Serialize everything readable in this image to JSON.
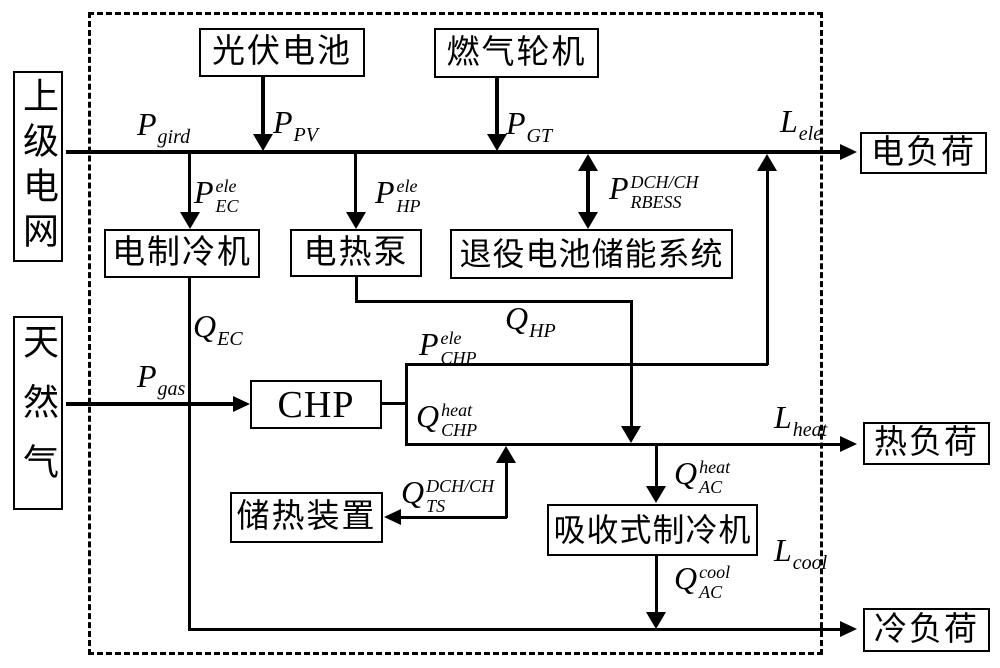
{
  "diagram": {
    "boxes": {
      "grid": "上级电网",
      "gas": "天然气",
      "pv": "光伏电池",
      "gt": "燃气轮机",
      "electric_load": "电负荷",
      "electric_chiller": "电制冷机",
      "heat_pump": "电热泵",
      "rbess": "退役电池储能系统",
      "chp": "CHP",
      "heat_load": "热负荷",
      "thermal_storage": "储热装置",
      "absorption_chiller": "吸收式制冷机",
      "cool_load": "冷负荷"
    },
    "labels": {
      "p_gird": {
        "m": "P",
        "sub": "gird"
      },
      "p_pv": {
        "m": "P",
        "sub": "PV"
      },
      "p_gt": {
        "m": "P",
        "sub": "GT"
      },
      "l_ele": {
        "m": "L",
        "sub": "ele"
      },
      "p_ec": {
        "m": "P",
        "sup": "ele",
        "sub": "EC"
      },
      "p_hp": {
        "m": "P",
        "sup": "ele",
        "sub": "HP"
      },
      "p_rbess": {
        "m": "P",
        "sup": "DCH/CH",
        "sub": "RBESS"
      },
      "q_ec": {
        "m": "Q",
        "sub": "EC"
      },
      "q_hp": {
        "m": "Q",
        "sub": "HP"
      },
      "p_gas": {
        "m": "P",
        "sub": "gas"
      },
      "p_chp": {
        "m": "P",
        "sup": "ele",
        "sub": "CHP"
      },
      "q_chp": {
        "m": "Q",
        "sup": "heat",
        "sub": "CHP"
      },
      "l_heat": {
        "m": "L",
        "sub": "heat"
      },
      "q_ts": {
        "m": "Q",
        "sup": "DCH/CH",
        "sub": "TS"
      },
      "q_ac_heat": {
        "m": "Q",
        "sup": "heat",
        "sub": "AC"
      },
      "l_cool": {
        "m": "L",
        "sub": "cool"
      },
      "q_ac_cool": {
        "m": "Q",
        "sup": "cool",
        "sub": "AC"
      }
    },
    "colors": {
      "line": "#000000",
      "background": "#ffffff"
    }
  }
}
